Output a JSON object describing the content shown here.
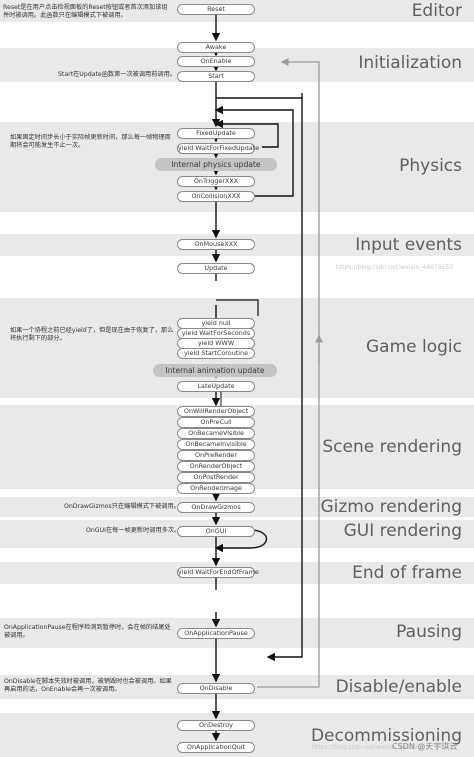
{
  "sections": [
    {
      "label": "Editor"
    },
    {
      "label": "Initialization"
    },
    {
      "label": "Physics"
    },
    {
      "label": "Input events"
    },
    {
      "label": "Game logic"
    },
    {
      "label": "Scene rendering"
    },
    {
      "label": "Gizmo rendering"
    },
    {
      "label": "GUI rendering"
    },
    {
      "label": "End of frame"
    },
    {
      "label": "Pausing"
    },
    {
      "label": "Disable/enable"
    },
    {
      "label": "Decommissioning"
    }
  ],
  "nodes": {
    "reset": "Reset",
    "awake": "Awake",
    "onenable": "OnEnable",
    "start": "Start",
    "fixedupdate": "FixedUpdate",
    "yield_fixed": "yield WaitForFixedUpdate",
    "physics_update": "Internal physics update",
    "ontrigger": "OnTriggerXXX",
    "oncollision": "OnCollisionXXX",
    "onmouse": "OnMouseXXX",
    "update": "Update",
    "yield_null": "yield null",
    "yield_seconds": "yield WaitForSeconds",
    "yield_www": "yield WWW",
    "yield_coroutine": "yield StartCoroutine",
    "animation_update": "Internal animation update",
    "lateupdate": "LateUpdate",
    "onwillrender": "OnWillRenderObject",
    "onprecull": "OnPreCull",
    "onbecamevisible": "OnBecameVisible",
    "onbecameinvisible": "OnBecameInvisible",
    "onprerender": "OnPreRender",
    "onrenderobject": "OnRenderObject",
    "onpostrender": "OnPostRender",
    "onrenderimage": "OnRenderImage",
    "ondrawgizmos": "OnDrawGizmos",
    "ongui": "OnGUI",
    "yield_endofframe": "yield WaitForEndOfFrame",
    "onapppause": "OnApplicationPause",
    "ondisable": "OnDisable",
    "ondestroy": "OnDestroy",
    "onappquit": "OnApplicationQuit"
  },
  "notes": {
    "reset": "Reset是在用户点击检视面板的Reset按钮或者首次添加该组件时被调用。此函数只在编辑模式下被调用。",
    "start": "Start在Update函数第一次被调用前调用。",
    "physics": "如果固定时间步长小于实际帧更新时间，那么每一帧物理周期将会可能发生不止一次。",
    "gamelogic": "如果一个协程之前已经yield了，但是现在由于恢复了，那么将执行剩下的部分。",
    "gizmo": "OnDrawGizmos只在编辑模式下被调用。",
    "gui": "OnGUI在每一帧更新时调用多次。",
    "pause": "OnApplicationPause在程序检测到暂停时，会在帧的结尾处被调用。",
    "disable": "OnDisable在脚本失效时被调用，被销毁时也会被调用。如果再启用的话，OnEnable会再一次被调用。"
  },
  "watermarks": {
    "mid": "https://blog.csdn.net/weixin_44079553",
    "bottom": "https://blog.csdn.net/weixin_44079553",
    "brand": "CSDN @天宇琪云"
  },
  "colors": {
    "band": "#e9e9e9",
    "flow": "#111111",
    "return": "#9a9a9a",
    "hub": "#c4c4c4"
  }
}
